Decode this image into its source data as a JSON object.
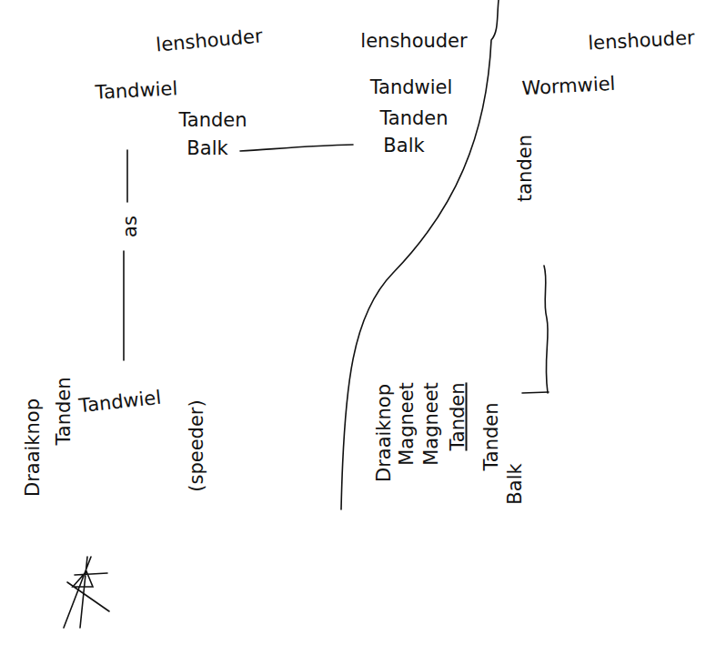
{
  "diagram": {
    "labels": [
      "lenshouder",
      "Tandwiel",
      "Tanden",
      "Balk",
      "as",
      "Draaiknop",
      "Tanden",
      "Tandwiel",
      "(speeder)",
      "lenshouder",
      "Tandwiel",
      "Tanden",
      "Balk",
      "Draaiknop",
      "Magneet",
      "Magneet",
      "Tanden",
      "Tanden",
      "Balk",
      "lenshouder",
      "Wormwiel",
      "tanden"
    ]
  }
}
